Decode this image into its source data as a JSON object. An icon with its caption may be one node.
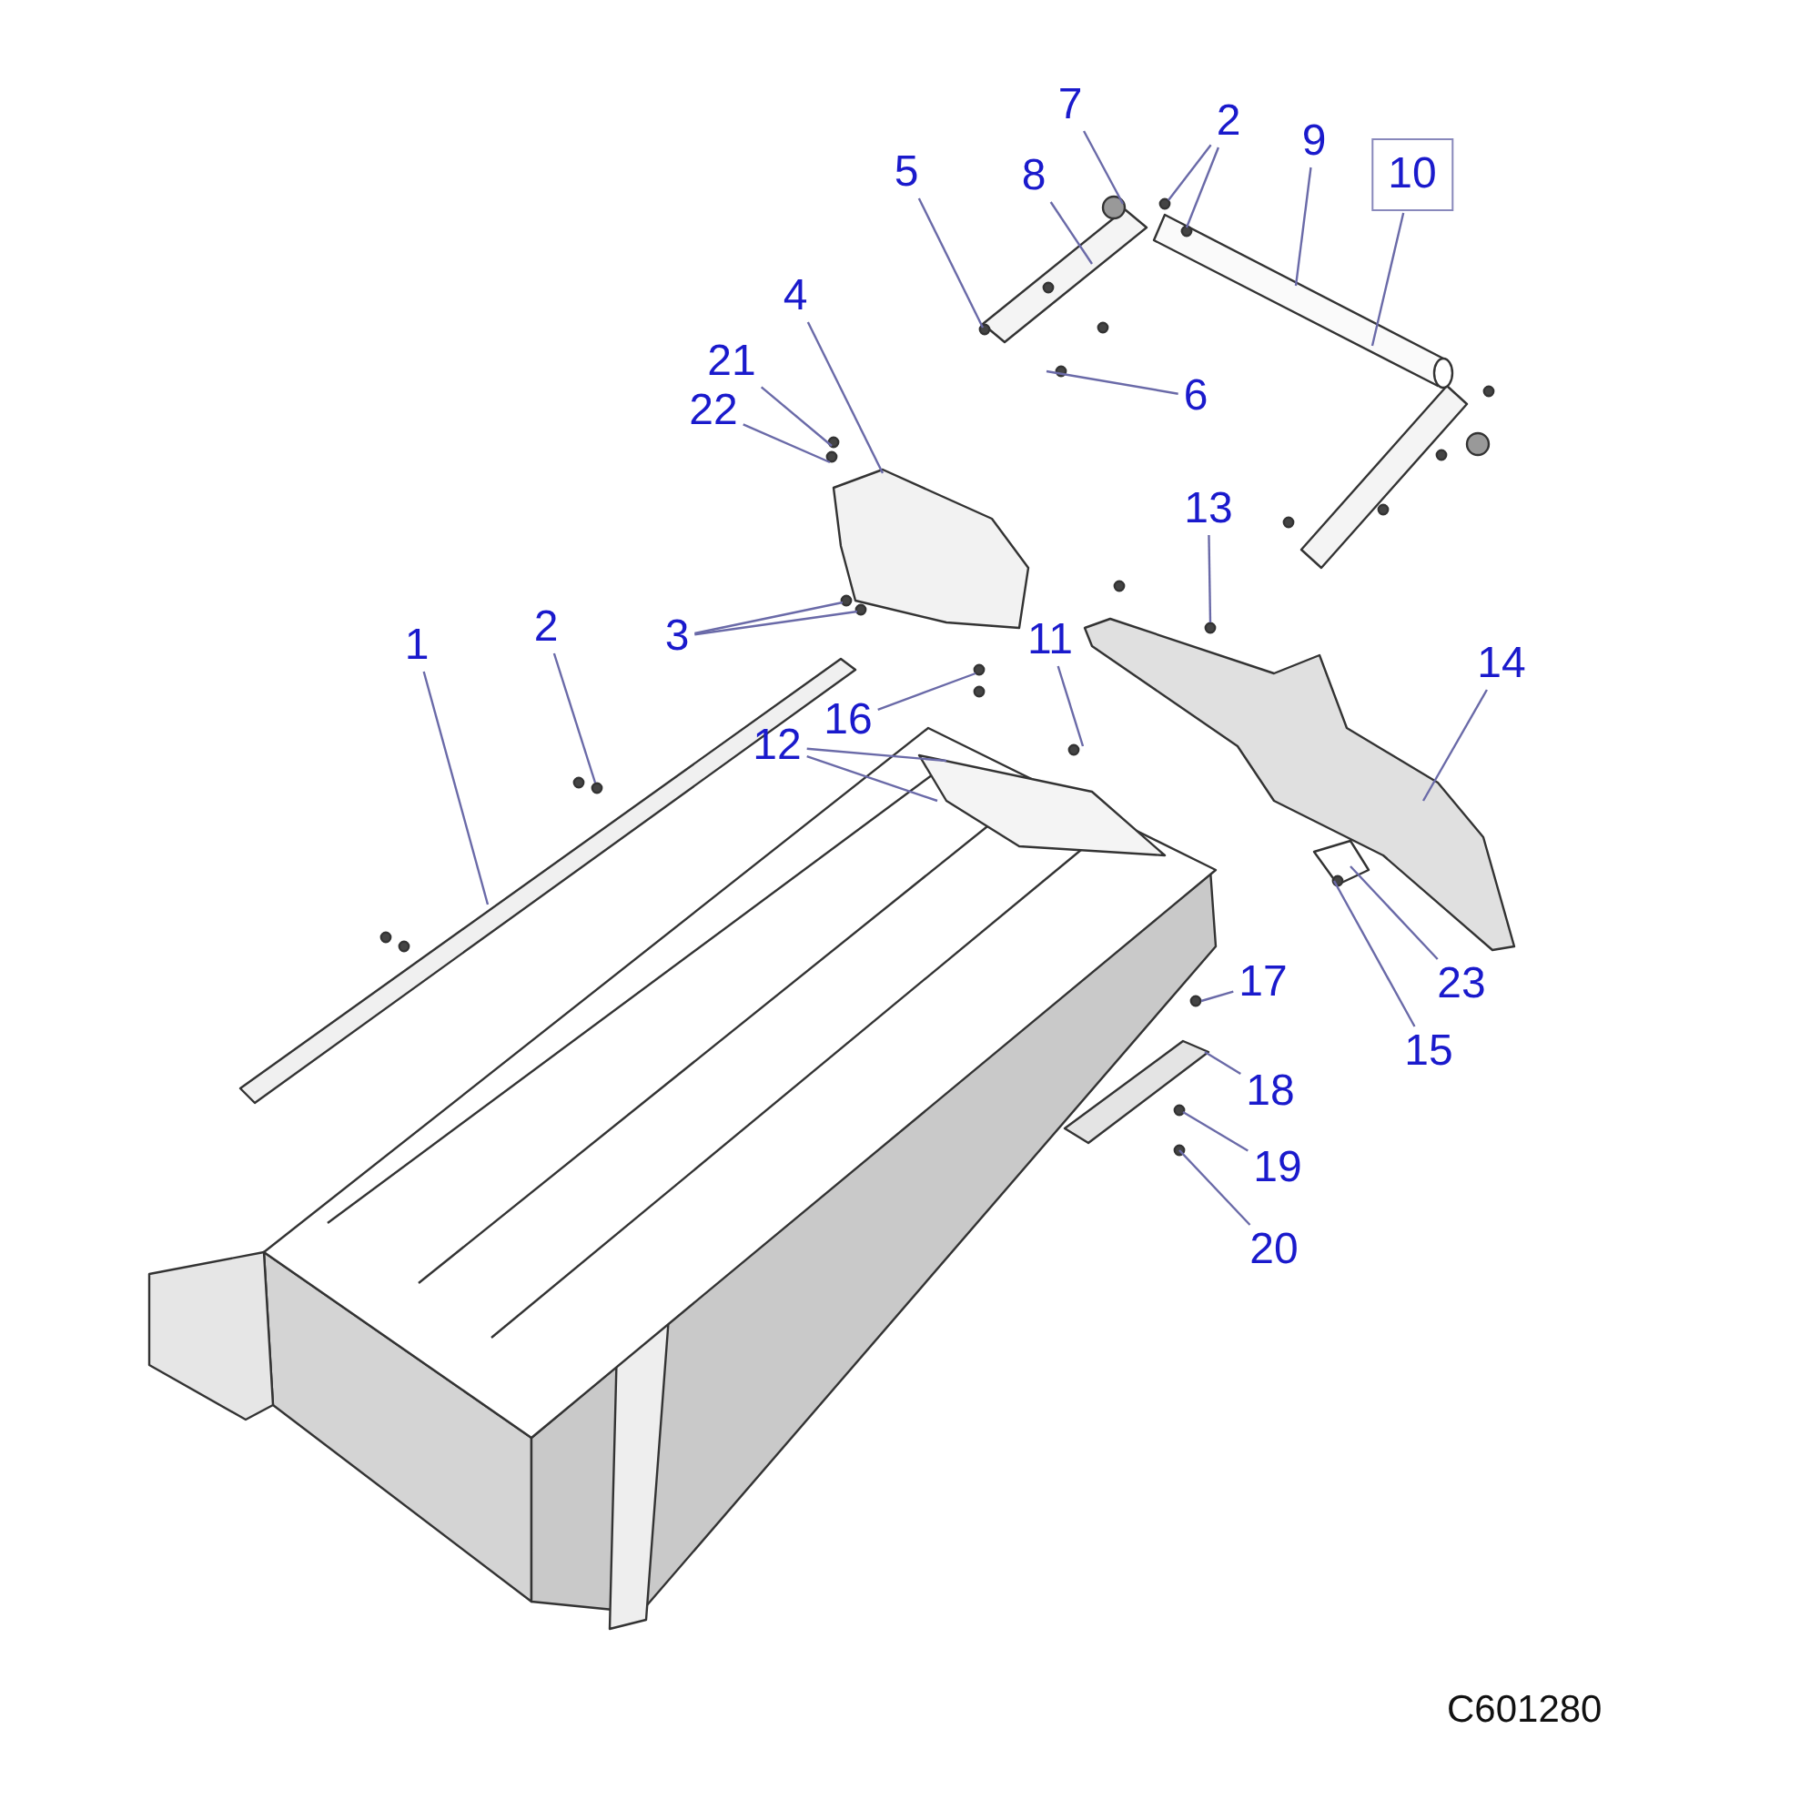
{
  "diagram": {
    "nodes": [
      {
        "text": [
          "7"
        ]
      },
      {
        "text": [
          "2"
        ]
      },
      {
        "text": [
          "9"
        ]
      },
      {
        "text": [
          "10"
        ]
      },
      {
        "text": [
          "5"
        ]
      },
      {
        "text": [
          "8"
        ]
      },
      {
        "text": [
          "4"
        ]
      },
      {
        "text": [
          "21"
        ]
      },
      {
        "text": [
          "6"
        ]
      },
      {
        "text": [
          "22"
        ]
      },
      {
        "text": [
          "13"
        ]
      },
      {
        "text": [
          "2"
        ]
      },
      {
        "text": [
          "3"
        ]
      },
      {
        "text": [
          "1"
        ]
      },
      {
        "text": [
          "11"
        ]
      },
      {
        "text": [
          "14"
        ]
      },
      {
        "text": [
          "16"
        ]
      },
      {
        "text": [
          "12"
        ]
      },
      {
        "text": [
          "17"
        ]
      },
      {
        "text": [
          "23"
        ]
      },
      {
        "text": [
          "15"
        ]
      },
      {
        "text": [
          "18"
        ]
      },
      {
        "text": [
          "19"
        ]
      },
      {
        "text": [
          "20"
        ]
      }
    ],
    "edges": [
      {
        "from": 0,
        "to": null,
        "arrow": "none"
      },
      {
        "from": 1,
        "to": null,
        "arrow": "none"
      },
      {
        "from": 1,
        "to": null,
        "arrow": "none"
      },
      {
        "from": 2,
        "to": null,
        "arrow": "none"
      },
      {
        "from": 3,
        "to": null,
        "arrow": "none"
      },
      {
        "from": 4,
        "to": null,
        "arrow": "none"
      },
      {
        "from": 5,
        "to": null,
        "arrow": "none"
      },
      {
        "from": 6,
        "to": null,
        "arrow": "none"
      },
      {
        "from": 7,
        "to": null,
        "arrow": "none"
      },
      {
        "from": 8,
        "to": null,
        "arrow": "none"
      },
      {
        "from": 9,
        "to": null,
        "arrow": "none"
      },
      {
        "from": 10,
        "to": null,
        "arrow": "none"
      },
      {
        "from": 11,
        "to": null,
        "arrow": "none"
      },
      {
        "from": 12,
        "to": null,
        "arrow": "none"
      },
      {
        "from": 12,
        "to": null,
        "arrow": "none"
      },
      {
        "from": 13,
        "to": null,
        "arrow": "none"
      },
      {
        "from": 14,
        "to": null,
        "arrow": "none"
      },
      {
        "from": 15,
        "to": null,
        "arrow": "none"
      },
      {
        "from": 16,
        "to": null,
        "arrow": "none"
      },
      {
        "from": 17,
        "to": null,
        "arrow": "none"
      },
      {
        "from": 17,
        "to": null,
        "arrow": "none"
      },
      {
        "from": 18,
        "to": null,
        "arrow": "none"
      },
      {
        "from": 19,
        "to": null,
        "arrow": "none"
      },
      {
        "from": 20,
        "to": null,
        "arrow": "none"
      },
      {
        "from": 21,
        "to": null,
        "arrow": "none"
      },
      {
        "from": 22,
        "to": null,
        "arrow": "none"
      },
      {
        "from": 23,
        "to": null,
        "arrow": "none"
      }
    ],
    "labels": [
      "C601280"
    ]
  }
}
